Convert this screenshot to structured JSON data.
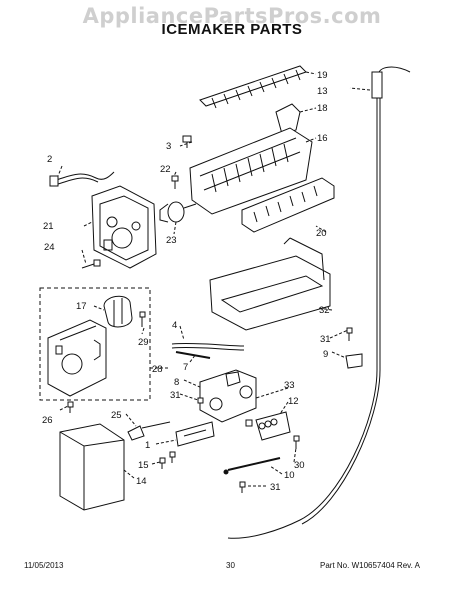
{
  "watermark": "AppliancePartsPros.com",
  "title": "ICEMAKER PARTS",
  "footer": {
    "date": "11/05/2013",
    "page": "30",
    "part_number": "Part No. W10657404 Rev. A"
  },
  "callouts": {
    "c19": "19",
    "c13": "13",
    "c18": "18",
    "c16": "16",
    "c3": "3",
    "c2": "2",
    "c22": "22",
    "c21": "21",
    "c23": "23",
    "c20": "20",
    "c24": "24",
    "c17": "17",
    "c29": "29",
    "c32": "32",
    "c4": "4",
    "c31a": "31",
    "c9": "9",
    "c7": "7",
    "c28": "28",
    "c8": "8",
    "c31b": "31",
    "c33": "33",
    "c26": "26",
    "c25": "25",
    "c12": "12",
    "c1": "1",
    "c15": "15",
    "c14": "14",
    "c30": "30",
    "c10": "10",
    "c31c": "31"
  }
}
